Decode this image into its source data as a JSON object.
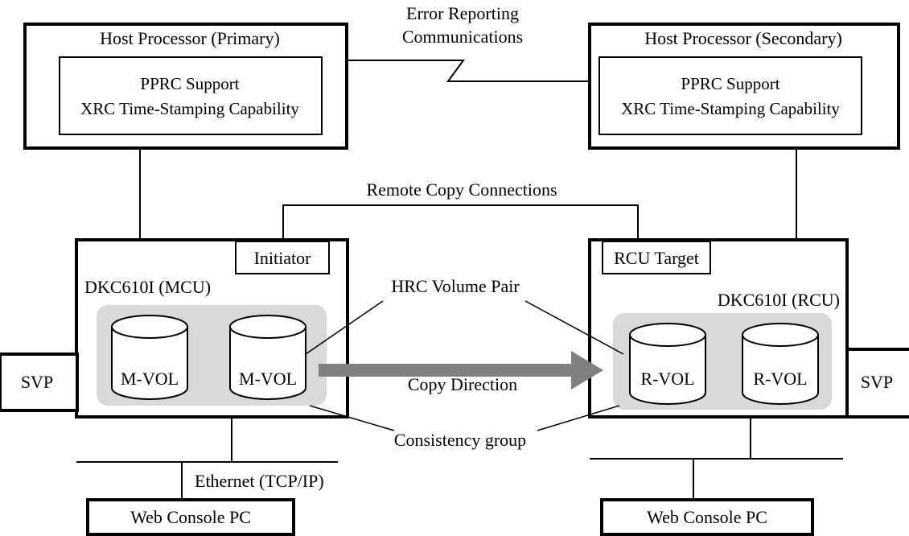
{
  "labels": {
    "host_primary_title": "Host Processor (Primary)",
    "host_secondary_title": "Host Processor (Secondary)",
    "pprc_support": "PPRC Support",
    "xrc_capability": "XRC Time-Stamping Capability",
    "error_reporting_line1": "Error Reporting",
    "error_reporting_line2": "Communications",
    "remote_copy_connections": "Remote Copy Connections",
    "initiator": "Initiator",
    "rcu_target": "RCU Target",
    "mcu_name": "DKC610I (MCU)",
    "rcu_name": "DKC610I (RCU)",
    "hrc_volume_pair": "HRC Volume Pair",
    "copy_direction": "Copy Direction",
    "consistency_group": "Consistency group",
    "svp": "SVP",
    "m_vol": "M-VOL",
    "r_vol": "R-VOL",
    "ethernet": "Ethernet (TCP/IP)",
    "web_console_pc": "Web Console PC"
  },
  "colors": {
    "group_fill": "#d9d9d9",
    "arrow_fill": "#808080",
    "line": "#000000"
  }
}
